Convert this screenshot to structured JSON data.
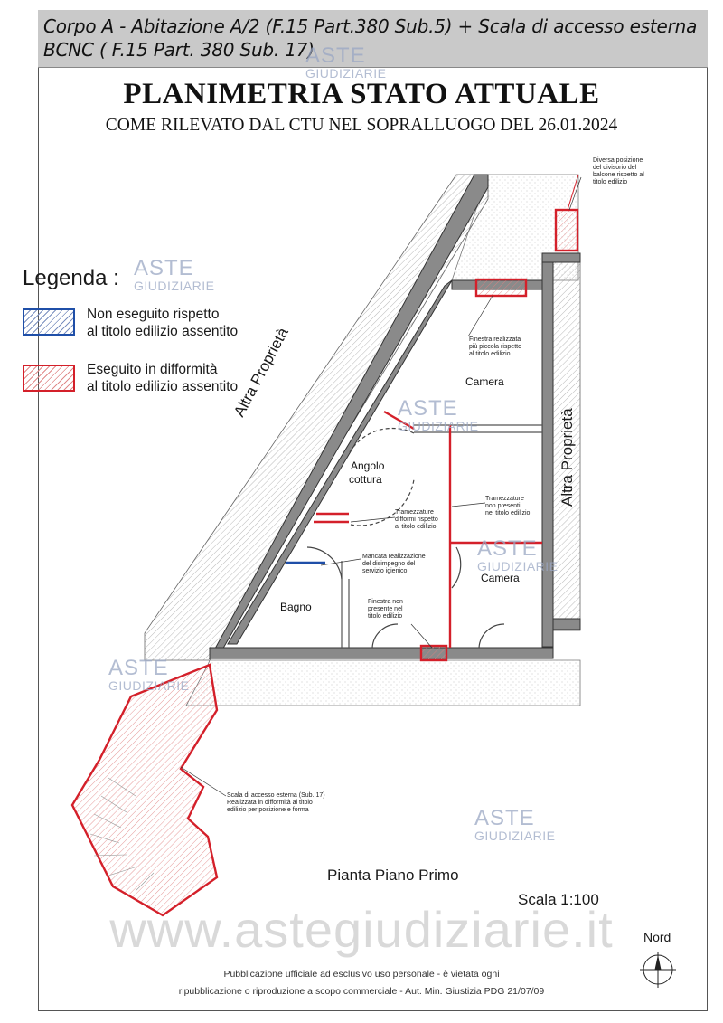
{
  "header": {
    "line1": "Corpo A - Abitazione A/2 (F.15 Part.380 Sub.5) + Scala di accesso esterna",
    "line2": "BCNC ( F.15 Part. 380 Sub. 17)"
  },
  "title": "PLANIMETRIA STATO ATTUALE",
  "subtitle": "COME RILEVATO DAL CTU NEL SOPRALLUOGO DEL 26.01.2024",
  "legend": {
    "title": "Legenda :",
    "blue": {
      "line1": "Non eseguito rispetto",
      "line2": "al titolo edilizio assentito",
      "color": "#1f4fa8"
    },
    "red": {
      "line1": "Eseguito in difformità",
      "line2": "al titolo edilizio assentito",
      "color": "#d4202a"
    }
  },
  "rooms": {
    "camera_top": "Camera",
    "angolo_1": "Angolo",
    "angolo_2": "cottura",
    "camera_bottom": "Camera",
    "bagno": "Bagno"
  },
  "labels": {
    "altra_left": "Altra Proprietà",
    "altra_right": "Altra Proprietà"
  },
  "annotations": {
    "divisorio": [
      "Diversa posizione",
      "del divisorio del",
      "balcone rispetto al",
      "titolo edilizio"
    ],
    "finestra_piccola": [
      "Finestra realizzata",
      "più piccola rispetto",
      "al titolo edilizio"
    ],
    "tramezzature_difformi": [
      "Tramezzature",
      "difformi rispetto",
      "al titolo edilizio"
    ],
    "tramezzature_non": [
      "Tramezzature",
      "non presenti",
      "nel titolo edilizio"
    ],
    "mancata": [
      "Mancata realizzazione",
      "del disimpegno del",
      "servizio igienico"
    ],
    "finestra_non": [
      "Finestra non",
      "presente nel",
      "titolo edilizio"
    ],
    "scala": [
      "Scala di accesso esterna (Sub. 17)",
      "Realizzata in difformità al titolo",
      "edilizio per posizione e forma"
    ]
  },
  "watermark": {
    "brand1": "ASTE",
    "brand2": "GIUDIZIARIE",
    "site": "www.astegiudiziarie.it"
  },
  "pianta": "Pianta Piano Primo",
  "scale": "Scala 1:100",
  "north": "Nord",
  "footer": {
    "line1": "Pubblicazione ufficiale ad esclusivo uso personale - è vietata ogni",
    "line2": "ripubblicazione o riproduzione a scopo commerciale - Aut. Min. Giustizia PDG 21/07/09"
  }
}
